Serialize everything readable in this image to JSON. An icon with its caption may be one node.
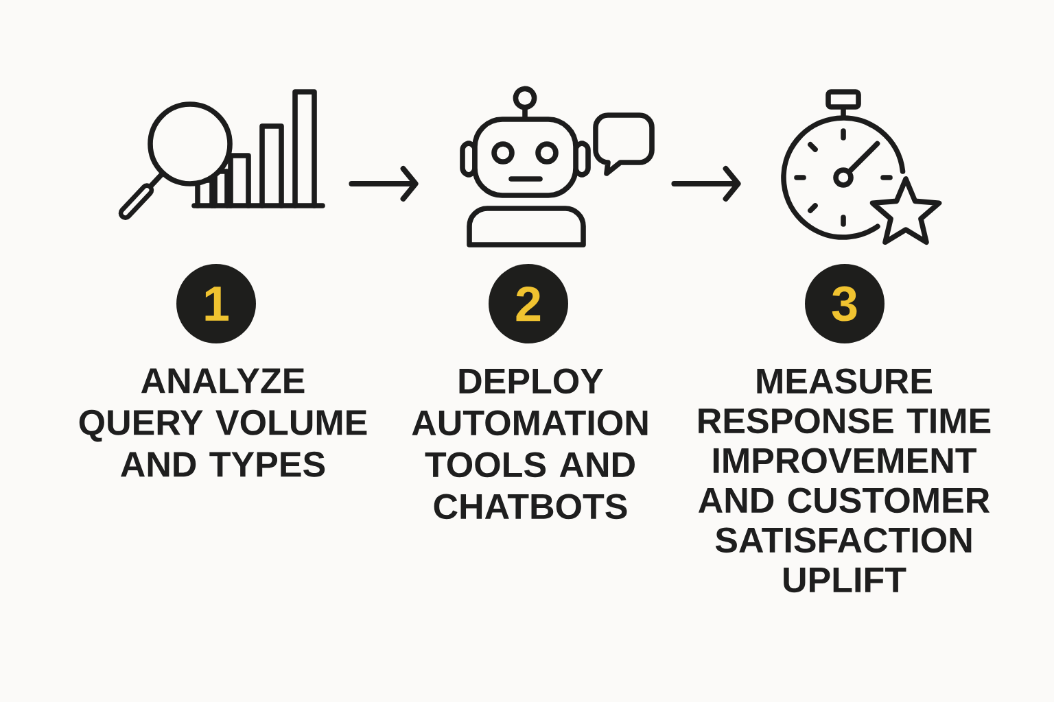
{
  "diagram": {
    "nodes": [
      {
        "text": [],
        "shape": "picture"
      },
      {
        "text": [],
        "shape": "picture"
      },
      {
        "text": [],
        "shape": "picture"
      },
      {
        "text": [
          "1"
        ],
        "beside": [
          "ANALYZE QUERY VOLUME AND TYPES"
        ]
      },
      {
        "text": [
          "2"
        ],
        "beside": [
          "DEPLOY AUTOMATION TOOLS AND CHATBOTS"
        ]
      },
      {
        "text": [
          "3"
        ],
        "beside": [
          "MEASURE RESPONSE TIME IMPROVEMENT AND CUSTOMER SATISFACTION UPLIFT"
        ]
      }
    ],
    "edges": [
      {
        "from": 0,
        "to": 1,
        "arrow": "to"
      },
      {
        "from": 1,
        "to": 2,
        "arrow": "to"
      }
    ]
  }
}
